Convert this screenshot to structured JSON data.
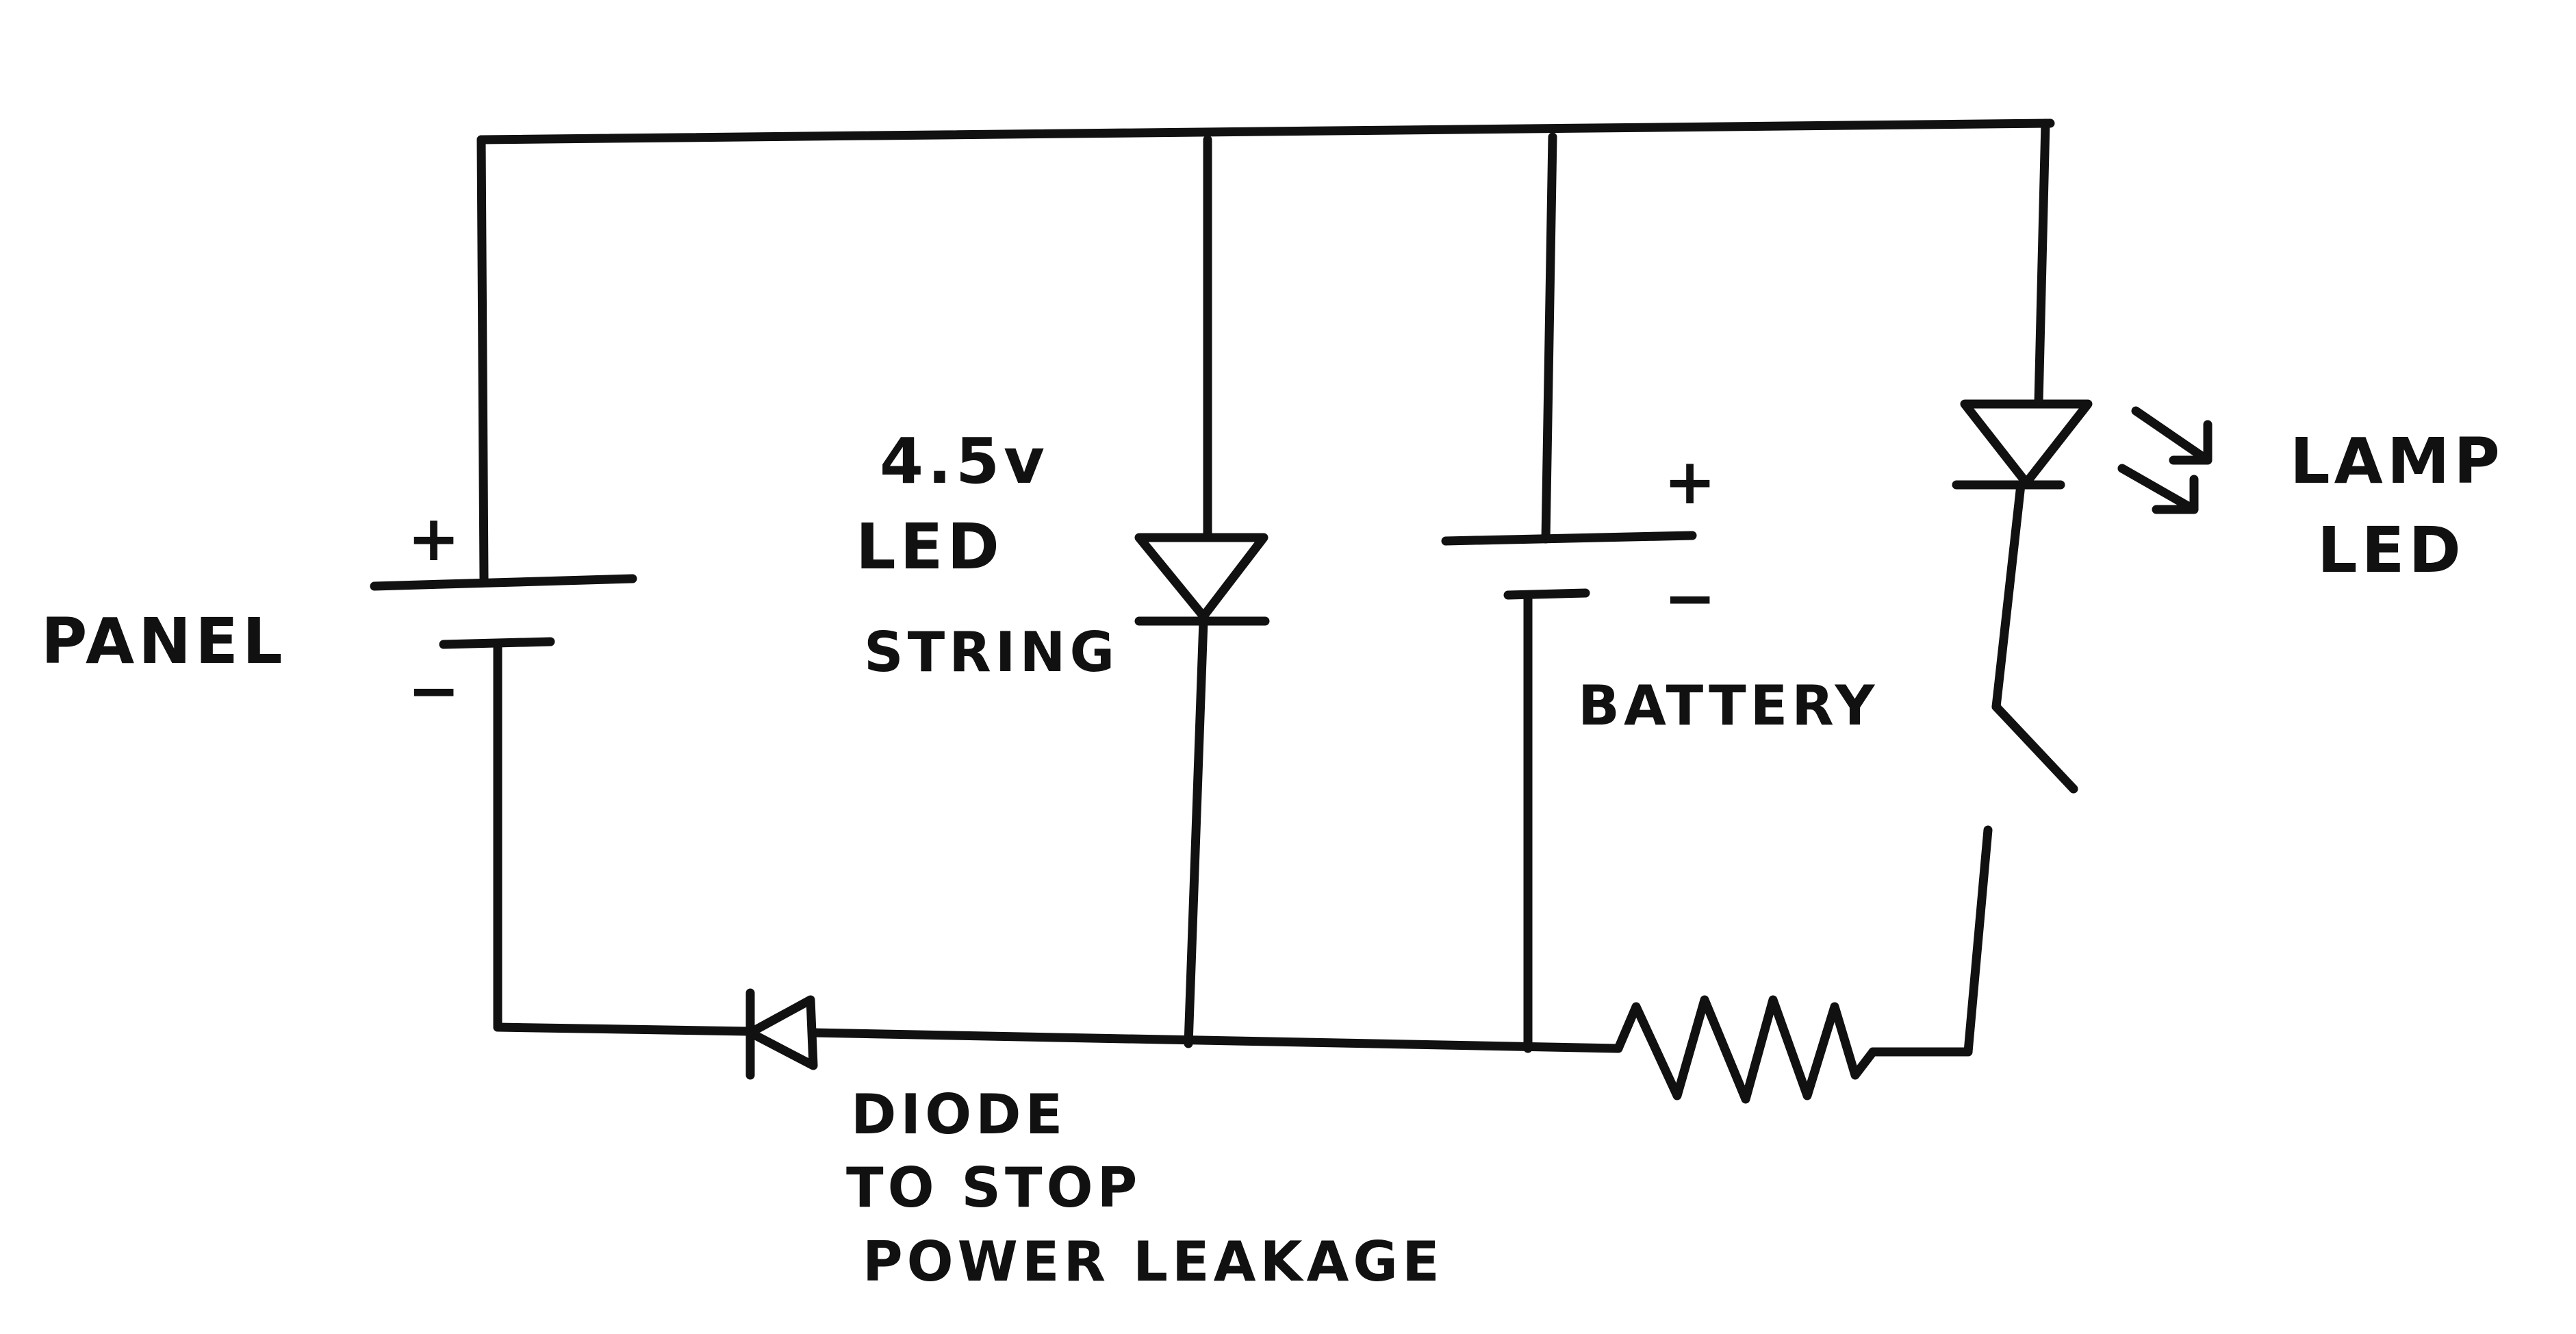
{
  "labels": {
    "panel": "PANEL",
    "panel_plus": "+",
    "panel_minus": "−",
    "led_string_voltage": "4.5v",
    "led_string_line1": "LED",
    "led_string_line2": "STRING",
    "battery": "BATTERY",
    "battery_plus": "+",
    "battery_minus": "−",
    "lamp_line1": "LAMP",
    "lamp_line2": "LED",
    "diode_line1": "DIODE",
    "diode_line2": "TO STOP",
    "diode_line3": "POWER LEAKAGE"
  }
}
